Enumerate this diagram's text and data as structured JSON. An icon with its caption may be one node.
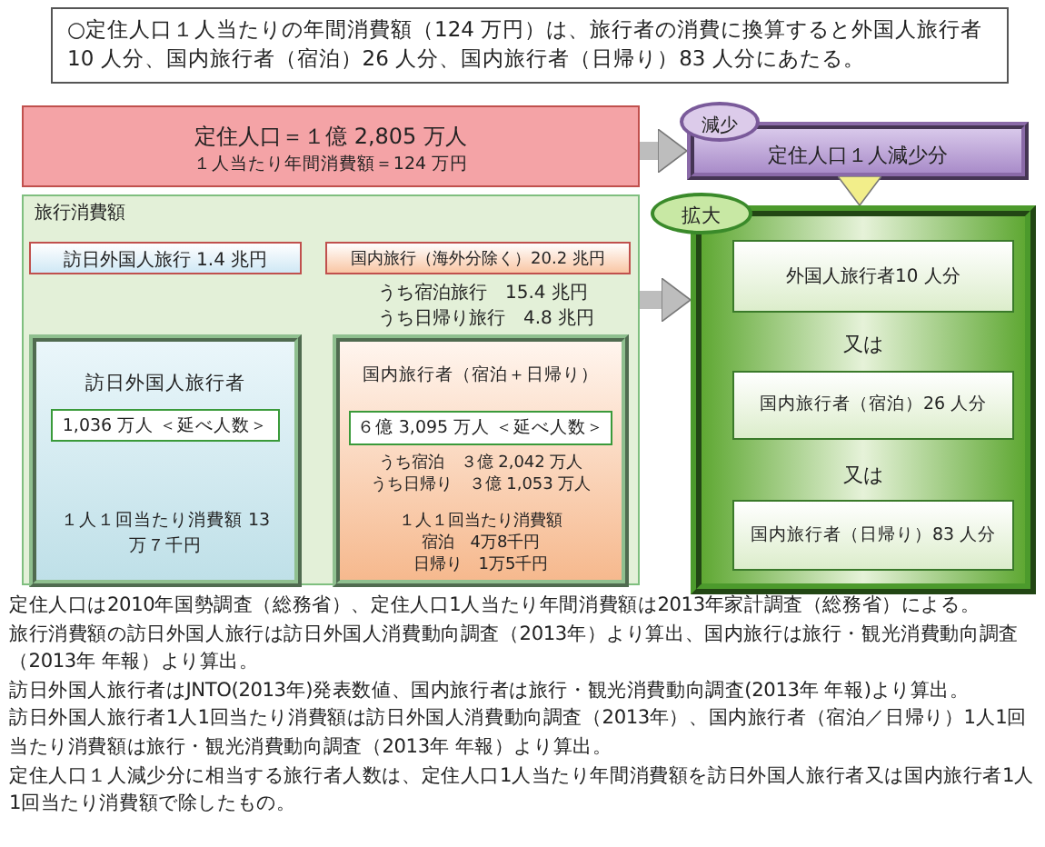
{
  "diagram": {
    "title": "○定住人口１人当たりの年間消費額（124 万円）は、旅行者の消費に換算すると外国人旅行者 10 人分、国内旅行者（宿泊）26 人分、国内旅行者（日帰り）83 人分にあたる。",
    "nodes": [
      {
        "text": [
          "定住人口＝１億 2,805 万人",
          "１人当たり年間消費額＝124 万円"
        ]
      },
      {
        "text": [
          "旅行消費額"
        ]
      },
      {
        "text": [
          "訪日外国人旅行 1.4 兆円"
        ],
        "in": 1
      },
      {
        "text": [
          "国内旅行（海外分除く）20.2 兆円"
        ],
        "in": 1,
        "beside": [
          "うち宿泊旅行　15.4 兆円",
          "うち日帰り旅行　4.8 兆円"
        ]
      },
      {
        "text": [
          "訪日外国人旅行者",
          "１人１回当たり消費額 13 万７千円"
        ],
        "in": 1
      },
      {
        "text": [
          "1,036 万人 ＜延べ人数＞"
        ],
        "in": 4
      },
      {
        "text": [
          "国内旅行者（宿泊＋日帰り）",
          "うち宿泊　３億 2,042 万人",
          "うち日帰り　３億 1,053 万人",
          "１人１回当たり消費額",
          "宿泊　4万8千円",
          "日帰り　1万5千円"
        ],
        "in": 1
      },
      {
        "text": [
          "６億 3,095 万人 ＜延べ人数＞"
        ],
        "in": 6
      },
      {
        "text": [
          "減少"
        ]
      },
      {
        "text": [
          "定住人口１人減少分"
        ]
      },
      {
        "text": [
          "拡大"
        ]
      },
      {
        "text": [],
        "shape": "box"
      },
      {
        "text": [
          "外国人旅行者10 人分"
        ],
        "in": 11
      },
      {
        "text": [
          "国内旅行者（宿泊）26 人分"
        ],
        "in": 11
      },
      {
        "text": [
          "国内旅行者（日帰り）83 人分"
        ],
        "in": 11
      }
    ],
    "edges": [
      {
        "from": 0,
        "to": 9,
        "arrow": "to"
      },
      {
        "from": 1,
        "to": 11,
        "arrow": "to"
      },
      {
        "from": 9,
        "to": 11,
        "arrow": "to",
        "color": "#f2ee8a"
      }
    ],
    "labels": [
      "又は",
      "又は",
      "定住人口は2010年国勢調査（総務省）、定住人口1人当たり年間消費額は2013年家計調査（総務省）による。",
      "旅行消費額の訪日外国人旅行は訪日外国人消費動向調査（2013年）より算出、国内旅行は旅行・観光消費動向調査（2013年 年報）より算出。",
      "訪日外国人旅行者はJNTO(2013年)発表数値、国内旅行者は旅行・観光消費動向調査(2013年 年報)より算出。",
      "訪日外国人旅行者1人1回当たり消費額は訪日外国人消費動向調査（2013年）、国内旅行者（宿泊／日帰り）1人1回当たり消費額は旅行・観光消費動向調査（2013年 年報）より算出。",
      "定住人口１人減少分に相当する旅行者人数は、定住人口1人当たり年間消費額を訪日外国人旅行者又は国内旅行者1人1回当たり消費額で除したもの。"
    ]
  }
}
